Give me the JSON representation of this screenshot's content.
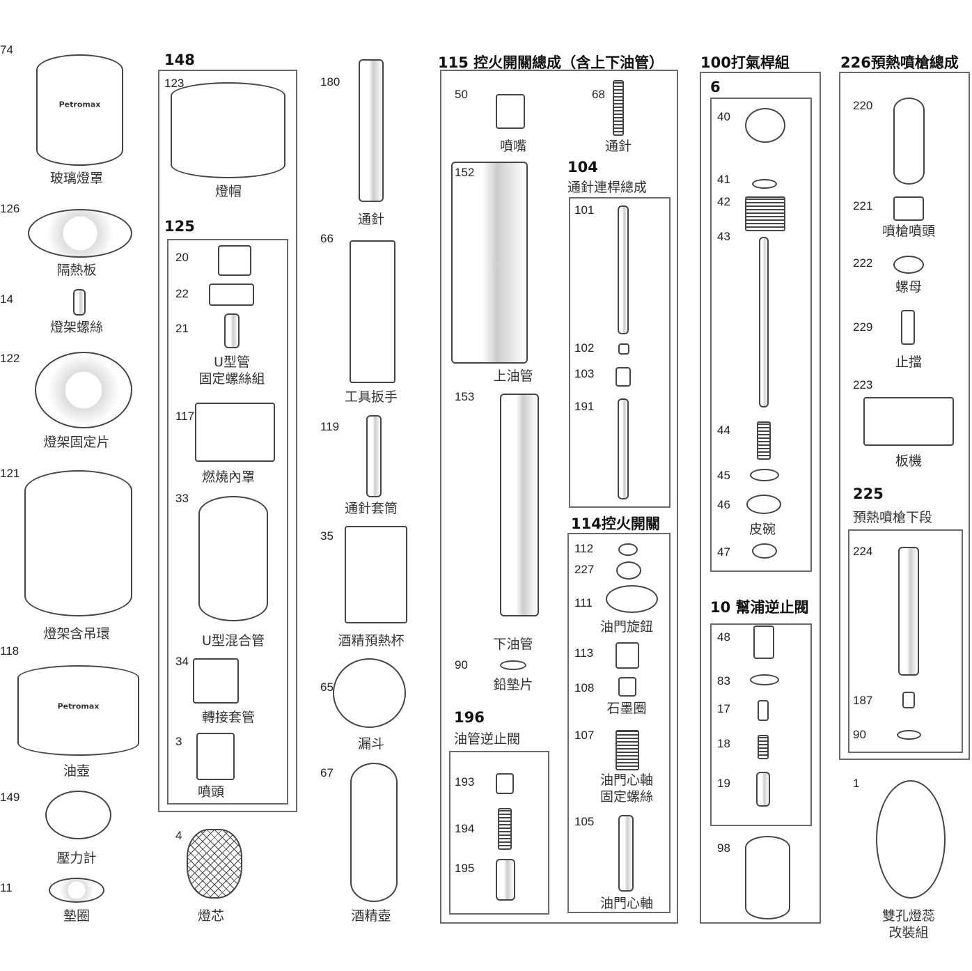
{
  "logo_text": "Petromax",
  "groups": {
    "g148": "148",
    "g125": "125",
    "g115": "115 控火開關總成（含上下油管）",
    "g104_num": "104",
    "g104_label": "通針連桿總成",
    "g114": "114控火開關",
    "g196_num": "196",
    "g196_label": "油管逆止閥",
    "g100": "100打氣桿組",
    "g6": "6",
    "g10": "10 幫浦逆止閥",
    "g226": "226預熱噴槍總成",
    "g225_num": "225",
    "g225_label": "預熱噴槍下段"
  },
  "parts": [
    {
      "num": "74",
      "label": "玻璃燈罩"
    },
    {
      "num": "126",
      "label": "隔熱板"
    },
    {
      "num": "14",
      "label": "燈架螺絲"
    },
    {
      "num": "122",
      "label": "燈架固定片"
    },
    {
      "num": "121",
      "label": "燈架含吊環"
    },
    {
      "num": "118",
      "label": "油壺"
    },
    {
      "num": "149",
      "label": "壓力計"
    },
    {
      "num": "11",
      "label": "墊圈"
    },
    {
      "num": "123",
      "label": "燈帽"
    },
    {
      "num": "20",
      "label": ""
    },
    {
      "num": "22",
      "label": ""
    },
    {
      "num": "21",
      "label": "U型管\n固定螺絲組"
    },
    {
      "num": "117",
      "label": "燃燒內罩"
    },
    {
      "num": "33",
      "label": "U型混合管"
    },
    {
      "num": "34",
      "label": "轉接套管"
    },
    {
      "num": "3",
      "label": "噴頭"
    },
    {
      "num": "4",
      "label": "燈芯"
    },
    {
      "num": "180",
      "label": "通針"
    },
    {
      "num": "66",
      "label": "工具扳手"
    },
    {
      "num": "119",
      "label": "通針套筒"
    },
    {
      "num": "35",
      "label": "酒精預熱杯"
    },
    {
      "num": "65",
      "label": "漏斗"
    },
    {
      "num": "67",
      "label": "酒精壺"
    },
    {
      "num": "50",
      "label": "噴嘴"
    },
    {
      "num": "68",
      "label": "通針"
    },
    {
      "num": "152",
      "label": "上油管"
    },
    {
      "num": "153",
      "label": "下油管"
    },
    {
      "num": "90",
      "label": "鉛墊片"
    },
    {
      "num": "101",
      "label": ""
    },
    {
      "num": "102",
      "label": ""
    },
    {
      "num": "103",
      "label": ""
    },
    {
      "num": "191",
      "label": ""
    },
    {
      "num": "112",
      "label": ""
    },
    {
      "num": "227",
      "label": ""
    },
    {
      "num": "111",
      "label": "油門旋鈕"
    },
    {
      "num": "113",
      "label": ""
    },
    {
      "num": "108",
      "label": "石墨圈"
    },
    {
      "num": "107",
      "label": "油門心軸\n固定螺絲"
    },
    {
      "num": "105",
      "label": "油門心軸"
    },
    {
      "num": "193",
      "label": ""
    },
    {
      "num": "194",
      "label": ""
    },
    {
      "num": "195",
      "label": ""
    },
    {
      "num": "40",
      "label": ""
    },
    {
      "num": "41",
      "label": ""
    },
    {
      "num": "42",
      "label": ""
    },
    {
      "num": "43",
      "label": ""
    },
    {
      "num": "44",
      "label": ""
    },
    {
      "num": "45",
      "label": ""
    },
    {
      "num": "46",
      "label": "皮碗"
    },
    {
      "num": "47",
      "label": ""
    },
    {
      "num": "48",
      "label": ""
    },
    {
      "num": "83",
      "label": ""
    },
    {
      "num": "17",
      "label": ""
    },
    {
      "num": "18",
      "label": ""
    },
    {
      "num": "19",
      "label": ""
    },
    {
      "num": "98",
      "label": ""
    },
    {
      "num": "220",
      "label": ""
    },
    {
      "num": "221",
      "label": "噴槍噴頭"
    },
    {
      "num": "222",
      "label": "螺母"
    },
    {
      "num": "229",
      "label": "止擋"
    },
    {
      "num": "223",
      "label": "板機"
    },
    {
      "num": "224",
      "label": ""
    },
    {
      "num": "187",
      "label": ""
    },
    {
      "num": "90",
      "label": ""
    },
    {
      "num": "1",
      "label": "雙孔燈蕊改裝組"
    }
  ]
}
